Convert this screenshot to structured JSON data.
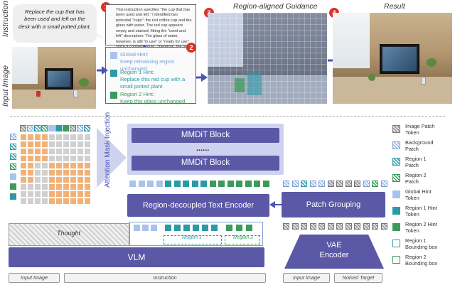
{
  "top": {
    "instruction_label": "Instruction",
    "input_image_label": "Input Image",
    "instruction_text": "Replace the cup that has been used and left on the desk with a small potted plant.",
    "reasoning_text": "This instruction specifies \"the cup that has been used and left.\" I identified two potential \"cups\": the red coffee cup and the glass with water. The red cup appears empty and stained, fitting the \"used and left\" description. The glass of water, however, is still \"in use\" or \"ready for use\" since it contains liquid. Therefore, the red cup is the clear target.",
    "step_badges": [
      "1",
      "2",
      "3",
      "4"
    ],
    "hints": [
      {
        "title": "Global Hint:",
        "body": "Keep remaining region unchanged",
        "color": "#6f9fd6"
      },
      {
        "title": "Region 1 Hint:",
        "body": "Replace this red cup with a small potted plant",
        "color": "#2b9aa5"
      },
      {
        "title": "Region 2 Hint:",
        "body": "Keep this glass unchanged",
        "color": "#3e9a5c"
      }
    ],
    "guidance_title": "Region-aligned Guidance",
    "result_title": "Result"
  },
  "bottom": {
    "attention_label": "Attention Mask Injection",
    "mmdit_top": "MMDiT Block",
    "dots": "......",
    "mmdit_bottom": "MMDiT Block",
    "text_encoder": "Region-decoupled Text Encoder",
    "patch_grouping": "Patch Grouping",
    "thought": "Thought",
    "region1_tag": "Region 1",
    "region2_tag": "Region 2",
    "vlm": "VLM",
    "vae": "VAE\nEncoder",
    "inputs": {
      "input_image": "Input Image",
      "instruction": "Instruction",
      "input_image2": "Input Image",
      "noised_target": "Noised Target"
    }
  },
  "legend": [
    {
      "label": "Image Patch\nToken",
      "kind": "img"
    },
    {
      "label": "Background\nPatch",
      "kind": "bg"
    },
    {
      "label": "Region 1\nPatch",
      "kind": "r1"
    },
    {
      "label": "Region 2\nPatch",
      "kind": "r2"
    },
    {
      "label": "Global Hint\nToken",
      "kind": "gh"
    },
    {
      "label": "Region 1 Hint\nToken",
      "kind": "r1h"
    },
    {
      "label": "Region 2 Hint\nToken",
      "kind": "r2h"
    },
    {
      "label": "Region 1\nBounding box",
      "kind": "bb1"
    },
    {
      "label": "Region 2\nBounding box",
      "kind": "bb2"
    }
  ],
  "colors": {
    "block": "#5b58a6",
    "badge": "#d9342b",
    "arrow": "#4a55b5",
    "mask_orange": "#f0b27a",
    "mask_gray": "#d0d0d0"
  }
}
